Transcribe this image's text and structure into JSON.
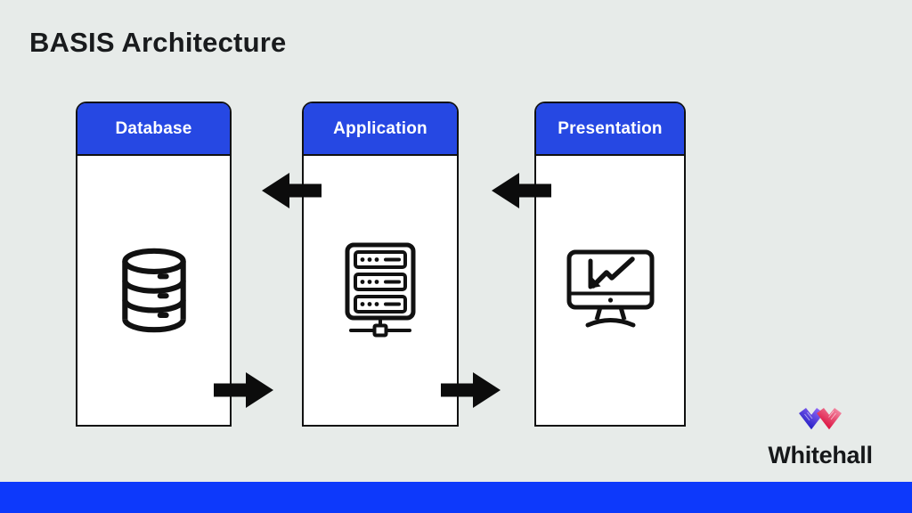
{
  "slide": {
    "title": "BASIS Architecture",
    "background_color": "#e7ebe9",
    "header_blue": "#2648e3",
    "footer_bar_color": "#0d39fb",
    "outline_color": "#111111"
  },
  "diagram": {
    "boxes": [
      {
        "label": "Database",
        "icon": "database-icon"
      },
      {
        "label": "Application",
        "icon": "server-icon"
      },
      {
        "label": "Presentation",
        "icon": "monitor-chart-icon"
      }
    ],
    "arrows": [
      {
        "direction": "left",
        "from": "Application",
        "to": "Database"
      },
      {
        "direction": "left",
        "from": "Presentation",
        "to": "Application"
      },
      {
        "direction": "right",
        "from": "Database",
        "to": "Application"
      },
      {
        "direction": "right",
        "from": "Application",
        "to": "Presentation"
      }
    ]
  },
  "branding": {
    "logo_text": "Whitehall",
    "logo_mark": "w-ribbon-icon",
    "logo_blue": "#2c24c8",
    "logo_purple": "#8d66f5",
    "logo_red": "#dd1745",
    "logo_pink": "#f2839e"
  }
}
